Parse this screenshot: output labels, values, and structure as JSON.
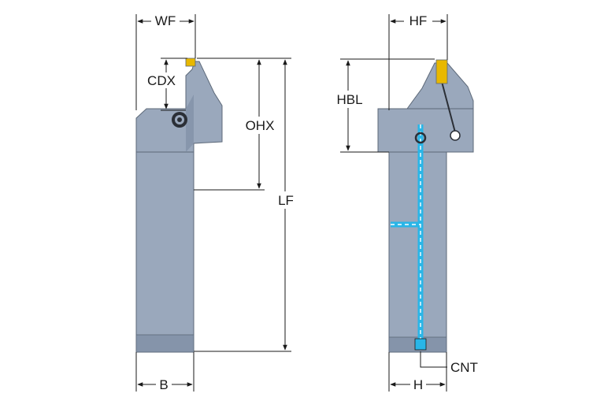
{
  "labels": {
    "wf": "WF",
    "cdx": "CDX",
    "ohx": "OHX",
    "lf": "LF",
    "b": "B",
    "hf": "HF",
    "hbl": "HBL",
    "cnt": "CNT",
    "h": "H"
  },
  "colors": {
    "body": "#9aa8bc",
    "body_dark": "#7c8aa0",
    "outline": "#5c6878",
    "insert": "#e8b800",
    "coolant": "#29b6e8",
    "dimension": "#1a1a1a"
  }
}
